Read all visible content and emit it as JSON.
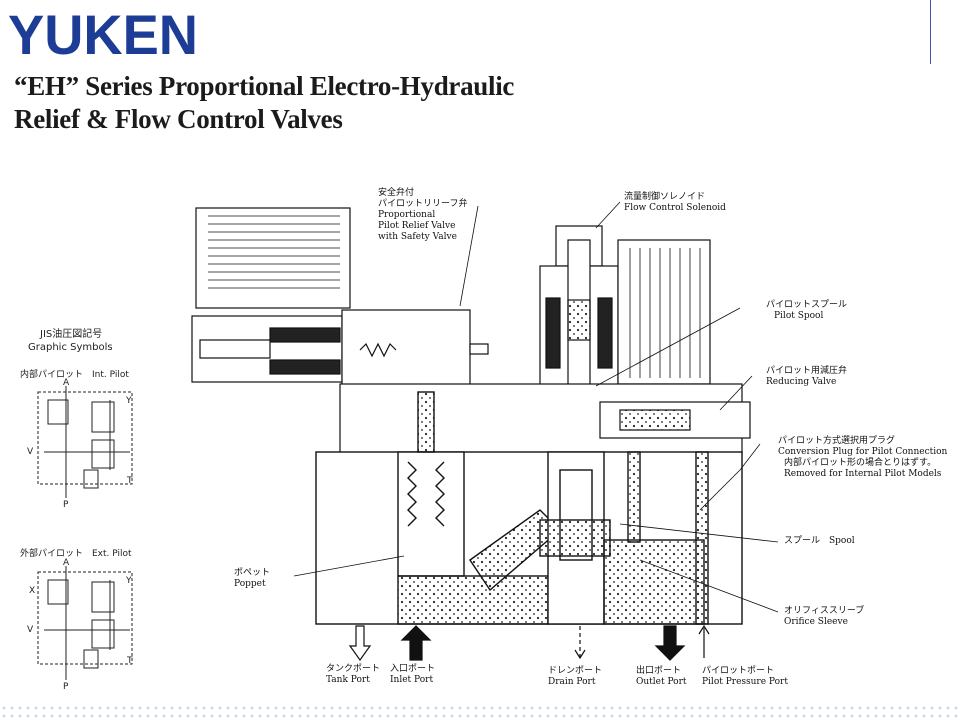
{
  "logo": {
    "text": "YUKEN",
    "color": "#1c3c96"
  },
  "title": {
    "line1": "“EH” Series Proportional Electro-Hydraulic",
    "line2": "Relief & Flow Control Valves"
  },
  "graphic_symbols": {
    "title_jp": "JIS油圧図記号",
    "title_en": "Graphic Symbols",
    "int_pilot": "内部パイロット　Int. Pilot",
    "ext_pilot": "外部パイロット　Ext. Pilot",
    "ports": {
      "a": "A",
      "y": "Y",
      "v": "V",
      "t": "T",
      "p": "P",
      "x": "X"
    }
  },
  "callouts": {
    "relief": {
      "jp": "安全弁付\nパイロットリリーフ弁",
      "en": "Proportional\nPilot Relief Valve\nwith Safety Valve"
    },
    "solenoid": {
      "jp": "流量制御ソレノイド",
      "en": "Flow Control Solenoid"
    },
    "pilot_spool": {
      "jp": "パイロットスプール",
      "en": "Pilot Spool"
    },
    "reducing": {
      "jp": "パイロット用減圧弁",
      "en": "Reducing Valve"
    },
    "conversion": {
      "jp": "パイロット方式選択用プラグ",
      "en1": "Conversion Plug for Pilot Connection",
      "en2": "内部パイロット形の場合とりはずす。",
      "en3": "Removed for Internal Pilot Models"
    },
    "spool": {
      "jp": "スプール　Spool"
    },
    "orifice": {
      "jp": "オリフィススリーブ",
      "en": "Orifice Sleeve"
    },
    "poppet": {
      "jp": "ポペット",
      "en": "Poppet"
    }
  },
  "ports": {
    "tank": {
      "jp": "タンクポート",
      "en": "Tank Port"
    },
    "inlet": {
      "jp": "入口ポート",
      "en": "Inlet Port"
    },
    "drain": {
      "jp": "ドレンポート",
      "en": "Drain Port"
    },
    "outlet": {
      "jp": "出口ポート",
      "en": "Outlet Port"
    },
    "pilot": {
      "jp": "パイロットポート",
      "en": "Pilot Pressure Port"
    }
  },
  "colors": {
    "accent": "#1c3c96",
    "rule": "#3a56a8",
    "ink": "#111111"
  }
}
